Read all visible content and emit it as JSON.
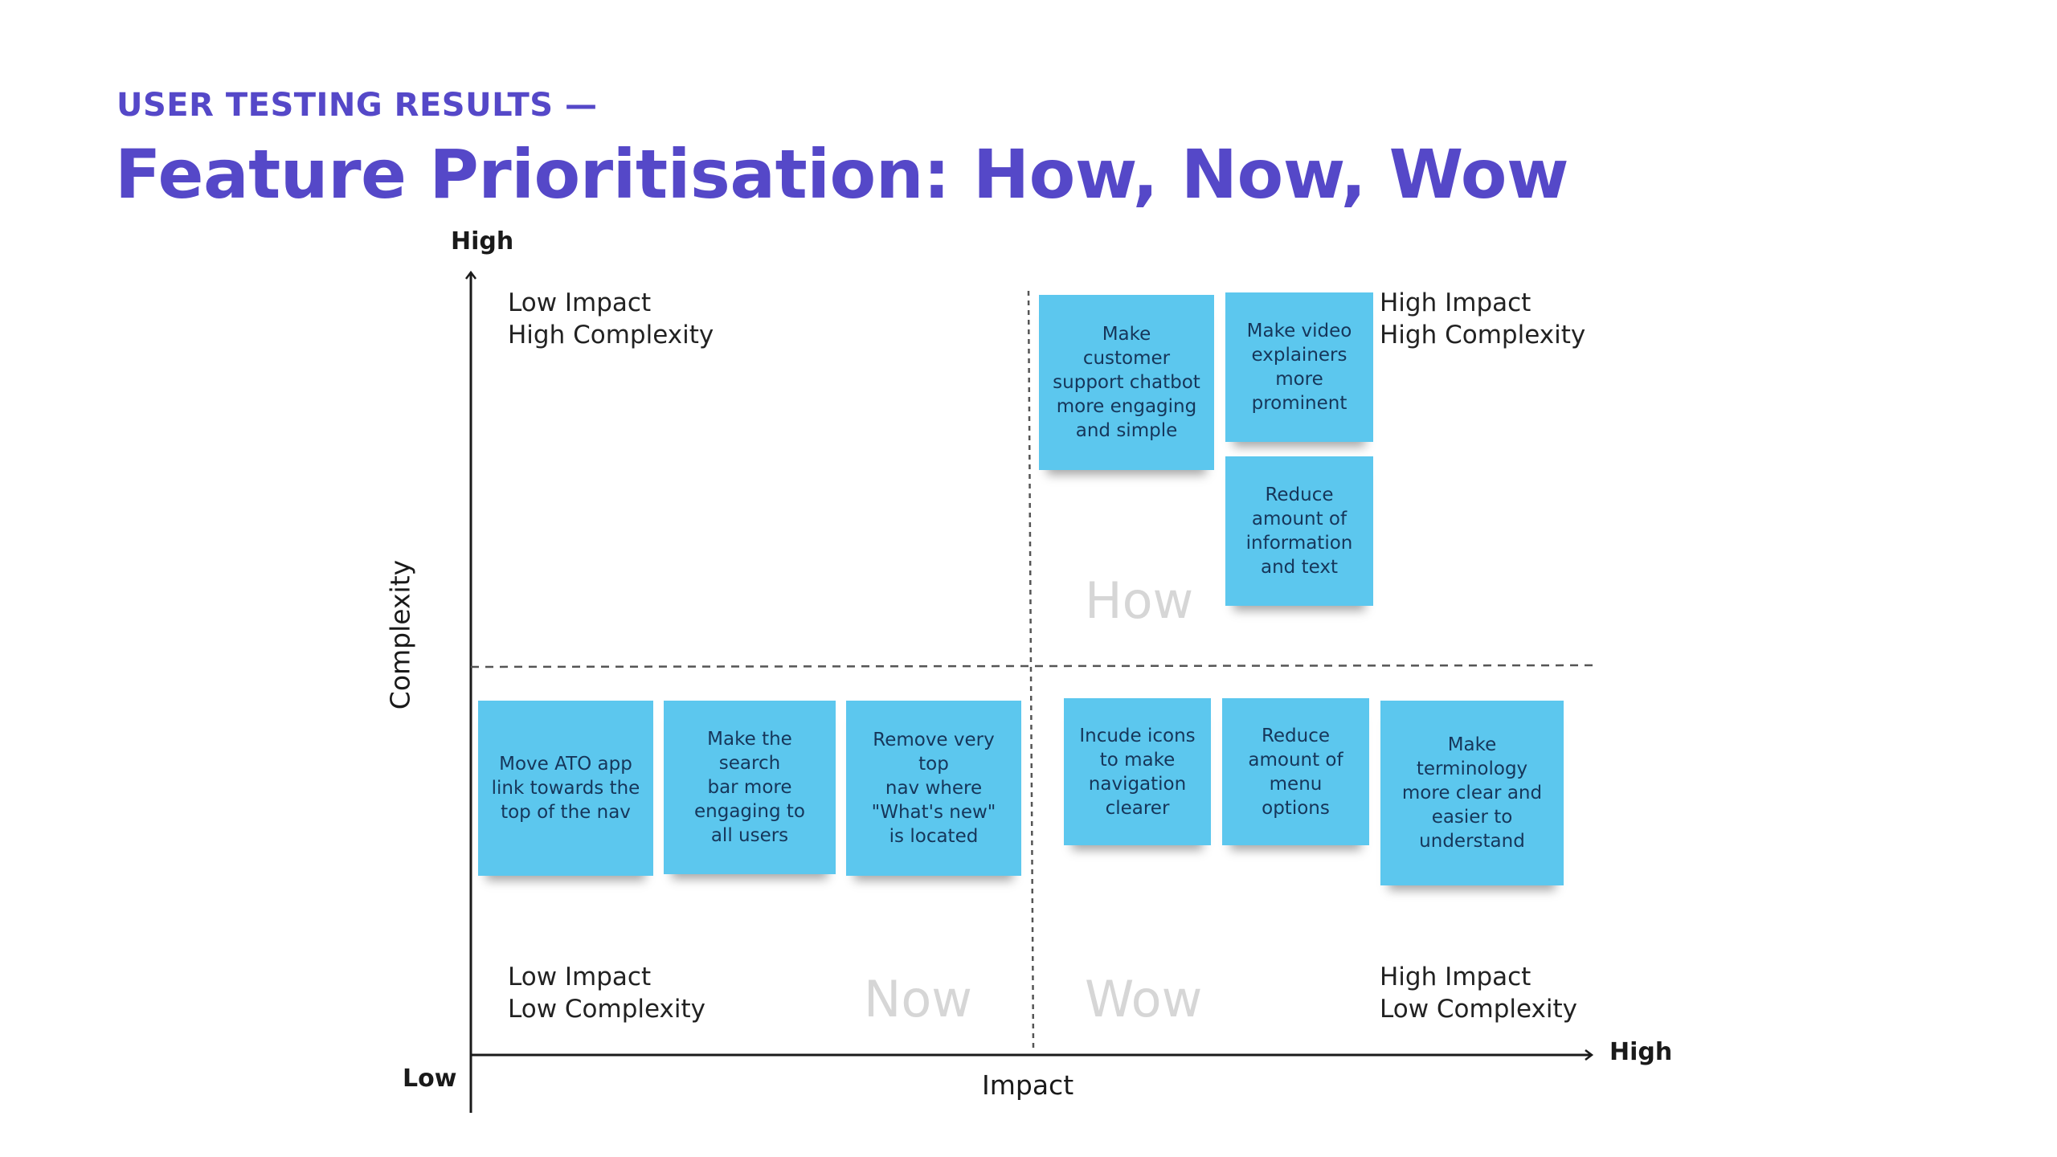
{
  "header": {
    "eyebrow": "USER TESTING RESULTS —",
    "title": "Feature Prioritisation: How, Now, Wow"
  },
  "colors": {
    "accent": "#5548C8",
    "sticky_note": "#5CC7EE",
    "watermark": "#d6d6d6"
  },
  "chart_data": {
    "type": "quadrant-matrix",
    "x_axis": {
      "label": "Impact",
      "low": "Low",
      "high": "High"
    },
    "y_axis": {
      "label": "Complexity",
      "high": "High"
    },
    "quadrants": {
      "top_left": {
        "line1": "Low Impact",
        "line2": "High Complexity"
      },
      "top_right": {
        "line1": "High Impact",
        "line2": "High Complexity",
        "name": "How"
      },
      "bottom_left": {
        "line1": "Low Impact",
        "line2": "Low Complexity",
        "name": "Now"
      },
      "bottom_right": {
        "line1": "High Impact",
        "line2": "Low Complexity",
        "name": "Wow"
      }
    },
    "notes": {
      "how": [
        "Make\ncustomer\nsupport chatbot\nmore engaging\nand simple",
        "Make video\nexplainers\nmore\nprominent",
        "Reduce\namount of\ninformation\nand text"
      ],
      "now": [
        "Move ATO app\nlink  towards the\ntop of the nav",
        "Make the search\nbar more\nengaging to\nall users",
        "Remove very top\nnav where\n\"What's new\"\nis located"
      ],
      "wow": [
        "Incude icons\nto make\nnavigation\nclearer",
        "Reduce\namount of\nmenu options",
        "Make terminology\nmore clear and\neasier to\nunderstand"
      ]
    }
  }
}
